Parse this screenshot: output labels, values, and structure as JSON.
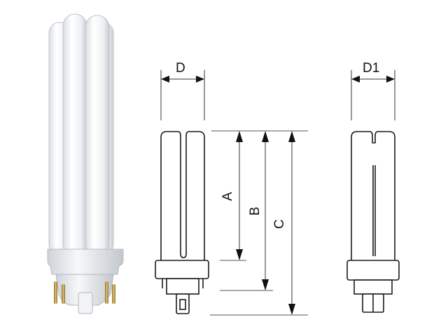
{
  "labels": {
    "d": "D",
    "d1": "D1",
    "a": "A",
    "b": "B",
    "c": "C"
  },
  "colors": {
    "line": "#1a1a1a",
    "thin": "#555555",
    "tube": "#f4f6f8",
    "base": "#eef0f2",
    "pin": "#c9a24a"
  }
}
